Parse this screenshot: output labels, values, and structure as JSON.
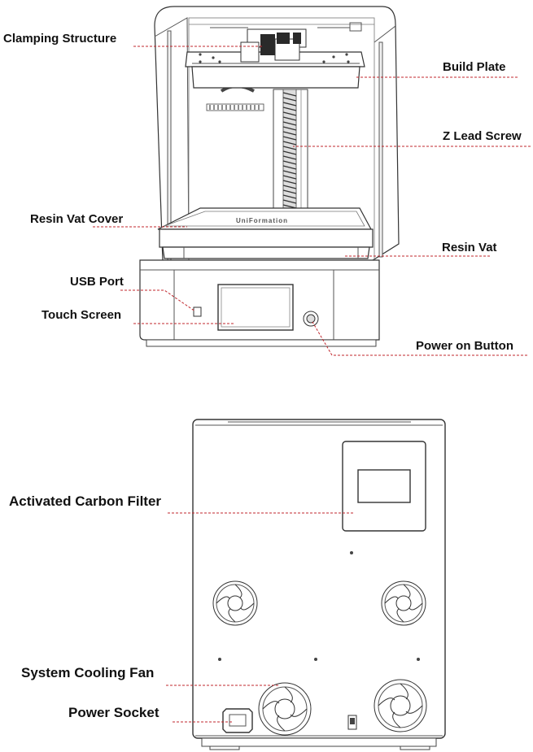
{
  "front_view": {
    "labels": {
      "clamping_structure": "Clamping Structure",
      "build_plate": "Build Plate",
      "z_lead_screw": "Z Lead Screw",
      "resin_vat_cover": "Resin Vat Cover",
      "resin_vat": "Resin Vat",
      "usb_port": "USB Port",
      "touch_screen": "Touch Screen",
      "power_on_button": "Power on Button"
    },
    "build_plate_brand_mark": "UniFormation"
  },
  "rear_view": {
    "labels": {
      "activated_carbon_filter": "Activated Carbon Filter",
      "system_cooling_fan": "System Cooling Fan",
      "power_socket": "Power Socket"
    }
  },
  "colors": {
    "leader_line": "#c1272d",
    "outline": "#333333",
    "label_text": "#111111"
  }
}
